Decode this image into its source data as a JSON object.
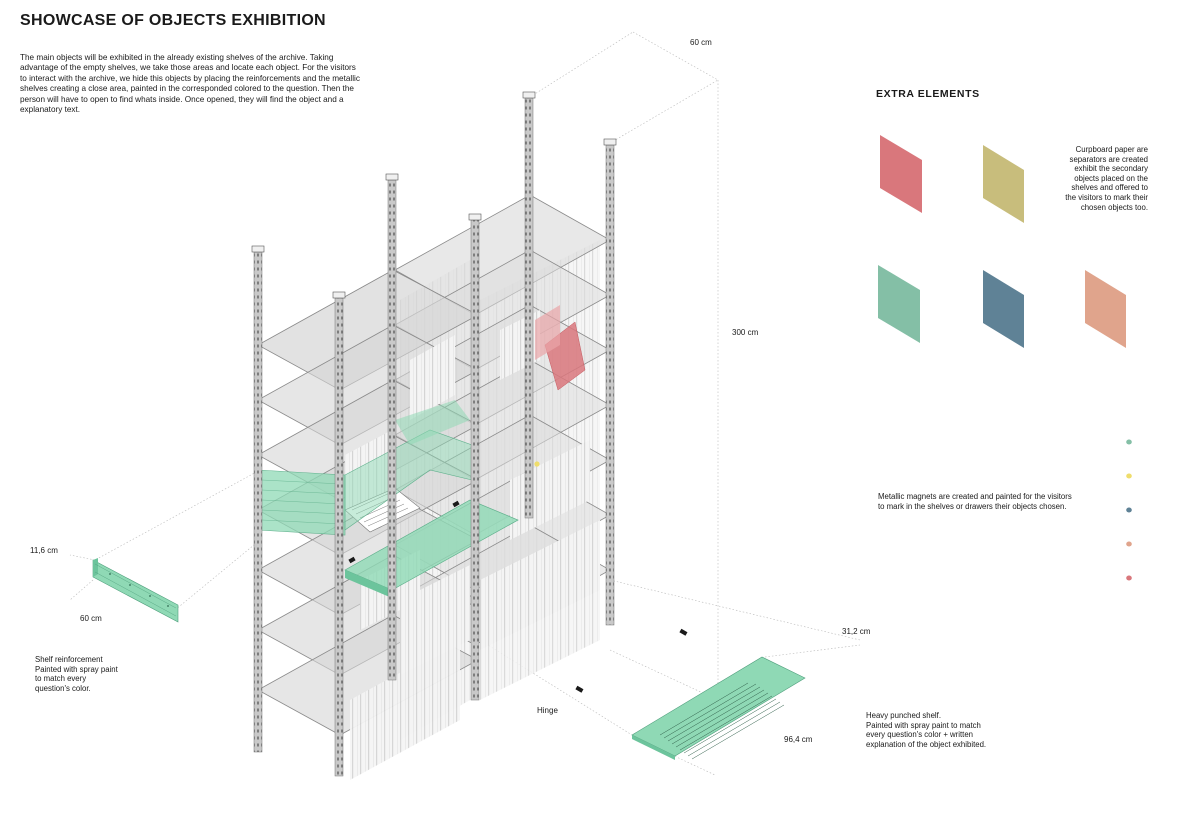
{
  "page": {
    "title": "SHOWCASE OF OBJECTS EXHIBITION",
    "intro": "The main objects will be exhibited in the already existing shelves of the archive. Taking advantage of the empty shelves, we take those areas and locate each object. For the visitors to interact with the archive, we hide this objects by placing the reinforcements and the metallic shelves creating a close area, painted in the corresponded colored to the question. Then the person will have to open to find whats inside. Once opened, they will find the object and a explanatory text."
  },
  "dimensions": {
    "top_depth": "60 cm",
    "height": "300 cm",
    "reinforcement_height": "11,6 cm",
    "reinforcement_length": "60 cm",
    "shelf_depth": "31,2 cm",
    "shelf_length": "96,4 cm"
  },
  "labels": {
    "hinge": "Hinge",
    "reinforcement_note": "Shelf reinforcement\nPainted with spray paint\nto match every\nquestion's color.",
    "shelf_note": "Heavy punched shelf.\nPainted with spray paint to match\nevery question's color + written\nexplanation of the object exhibited."
  },
  "extra": {
    "title": "EXTRA  ELEMENTS",
    "cupboard_note": "Curpboard paper are\nseparators are created\nexhibit the secondary\nobjects placed on the\nshelves and offered to\nthe visitors to mark their\nchosen objects too.",
    "magnets_note": "Metallic magnets are created and painted for the visitors\nto mark in the shelves or drawers their objects chosen."
  },
  "colors": {
    "red": "#d9777c",
    "olive": "#c8bd7c",
    "green": "#84bfa6",
    "blue": "#5f8296",
    "peach": "#e0a48c",
    "shelf_green": "#8fd9b5",
    "magnet_yellow": "#efdd6c"
  },
  "icons": [
    "hinge-icon",
    "magnet-icon",
    "color-swatch"
  ]
}
